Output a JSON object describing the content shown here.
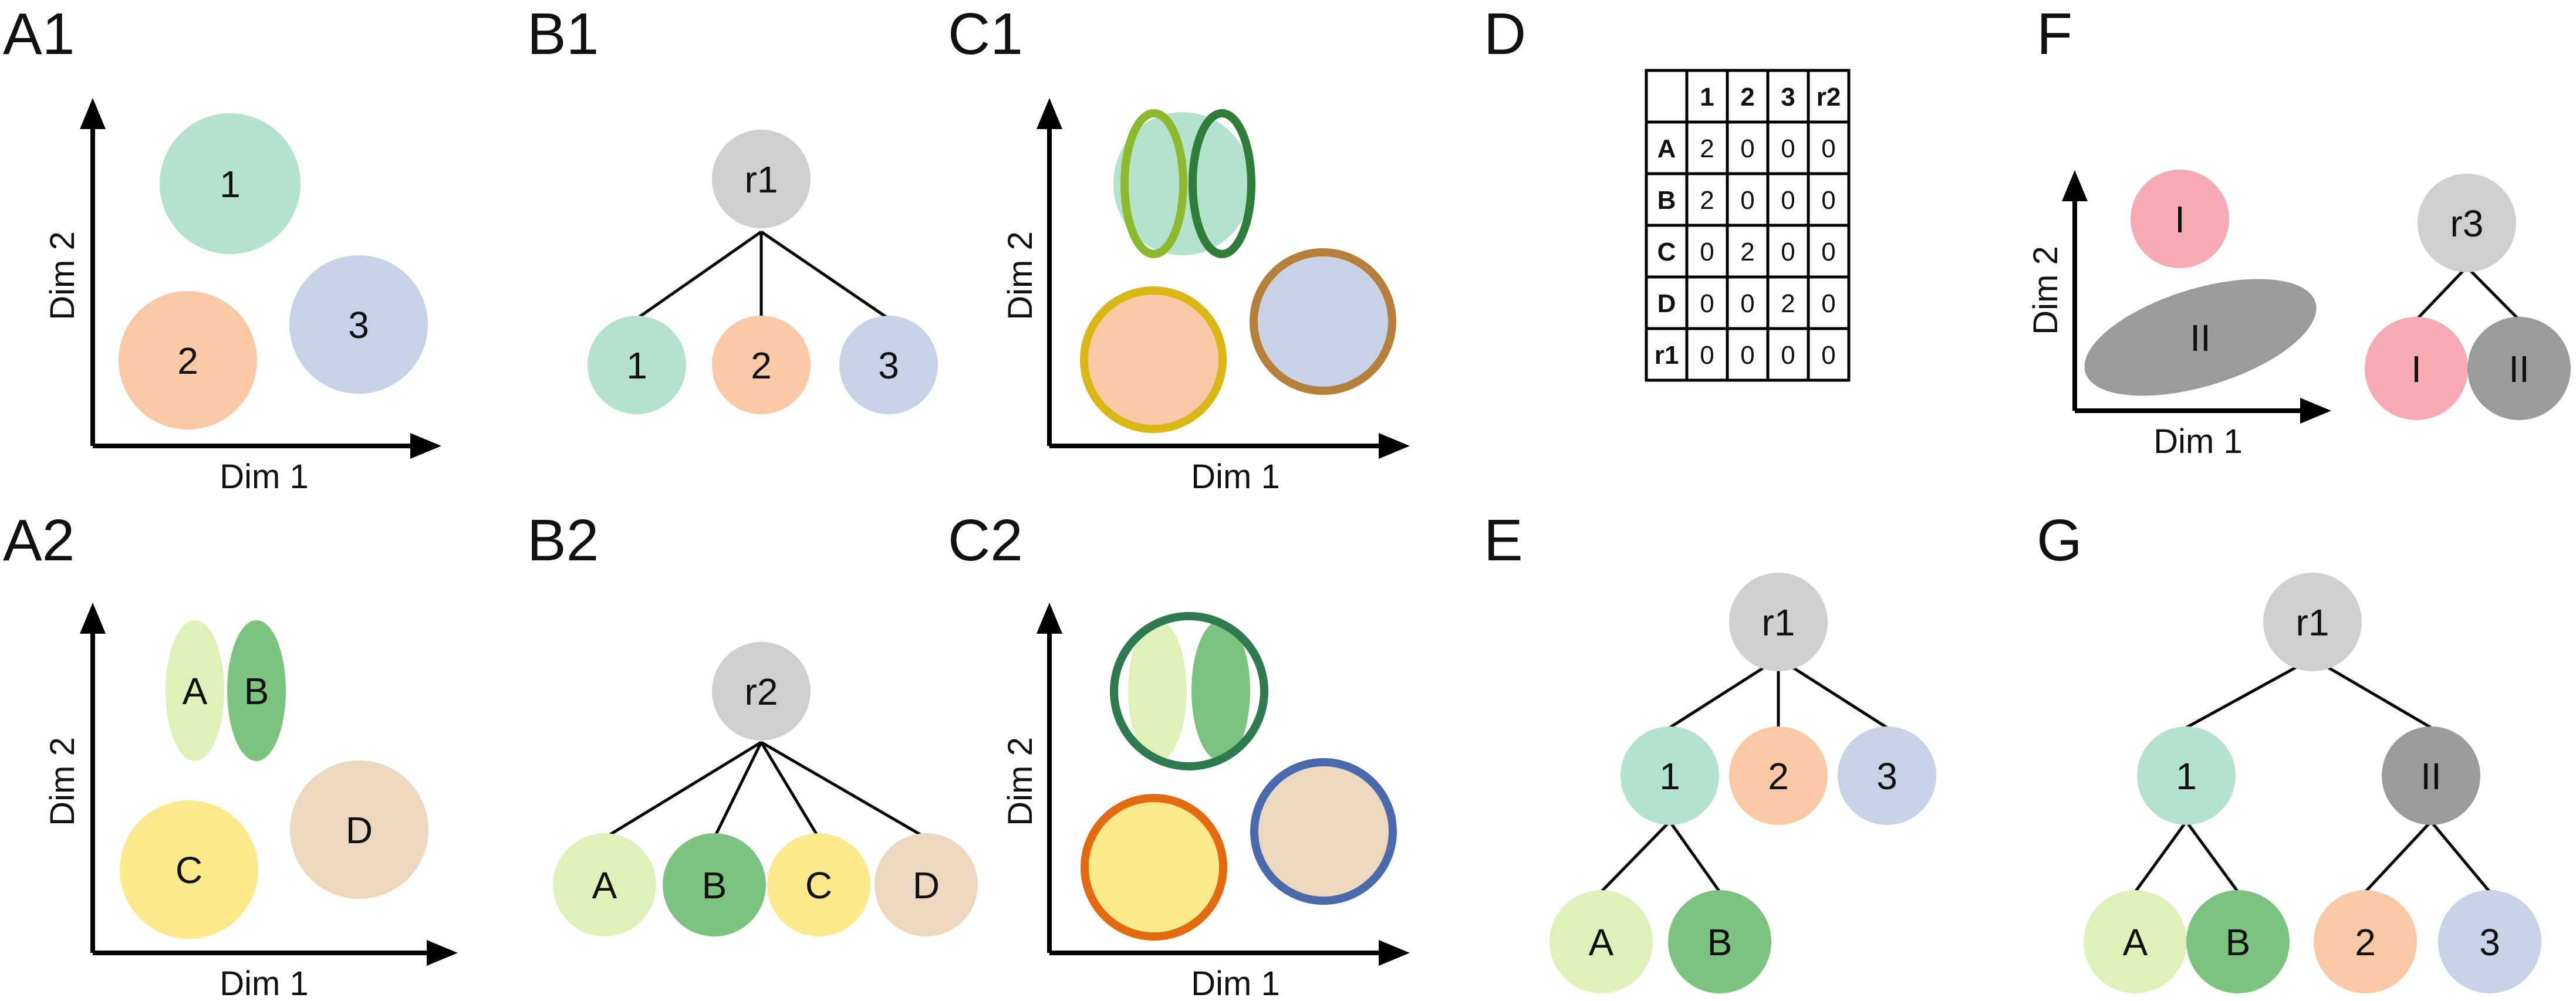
{
  "colors": {
    "n1": "#b3e3ce",
    "n2": "#f9c8a4",
    "n3": "#c7d2e6",
    "A": "#dff0b8",
    "B": "#7cc37f",
    "C": "#fce98c",
    "D": "#ebd8bf",
    "r": "#cfcfcf",
    "I": "#f7a9b4",
    "II": "#9b9b9b",
    "c1_ringA": "#8dba2c",
    "c1_ringB": "#2f7d39",
    "c1_ring2": "#dab715",
    "c1_ring3": "#b6803a",
    "c2_ring1": "#2e7b50",
    "c2_ring2": "#e36a0f",
    "c2_ring3": "#4b6aad"
  },
  "axes": {
    "dim1": "Dim 1",
    "dim2": "Dim 2"
  },
  "panels": {
    "A1": {
      "label": "A1",
      "nodes": [
        {
          "text": "1",
          "color_key": "n1"
        },
        {
          "text": "2",
          "color_key": "n2"
        },
        {
          "text": "3",
          "color_key": "n3"
        }
      ]
    },
    "A2": {
      "label": "A2",
      "nodes": [
        {
          "text": "A",
          "color_key": "A"
        },
        {
          "text": "B",
          "color_key": "B"
        },
        {
          "text": "C",
          "color_key": "C"
        },
        {
          "text": "D",
          "color_key": "D"
        }
      ]
    },
    "B1": {
      "label": "B1",
      "root": {
        "text": "r1",
        "color_key": "r"
      },
      "children": [
        {
          "text": "1",
          "color_key": "n1"
        },
        {
          "text": "2",
          "color_key": "n2"
        },
        {
          "text": "3",
          "color_key": "n3"
        }
      ]
    },
    "B2": {
      "label": "B2",
      "root": {
        "text": "r2",
        "color_key": "r"
      },
      "children": [
        {
          "text": "A",
          "color_key": "A"
        },
        {
          "text": "B",
          "color_key": "B"
        },
        {
          "text": "C",
          "color_key": "C"
        },
        {
          "text": "D",
          "color_key": "D"
        }
      ]
    },
    "C1": {
      "label": "C1"
    },
    "C2": {
      "label": "C2"
    },
    "D": {
      "label": "D",
      "table": {
        "header": [
          "",
          "1",
          "2",
          "3",
          "r2"
        ],
        "rows": [
          [
            "A",
            "2",
            "0",
            "0",
            "0"
          ],
          [
            "B",
            "2",
            "0",
            "0",
            "0"
          ],
          [
            "C",
            "0",
            "2",
            "0",
            "0"
          ],
          [
            "D",
            "0",
            "0",
            "2",
            "0"
          ],
          [
            "r1",
            "0",
            "0",
            "0",
            "0"
          ]
        ]
      }
    },
    "E": {
      "label": "E",
      "root": {
        "text": "r1",
        "color_key": "r"
      },
      "children": [
        {
          "text": "1",
          "color_key": "n1"
        },
        {
          "text": "2",
          "color_key": "n2"
        },
        {
          "text": "3",
          "color_key": "n3"
        }
      ],
      "grandchildren": [
        {
          "text": "A",
          "color_key": "A"
        },
        {
          "text": "B",
          "color_key": "B"
        }
      ]
    },
    "F": {
      "label": "F",
      "scatter": [
        {
          "text": "I",
          "color_key": "I"
        },
        {
          "text": "II",
          "color_key": "II"
        }
      ],
      "root": {
        "text": "r3",
        "color_key": "r"
      },
      "children": [
        {
          "text": "I",
          "color_key": "I"
        },
        {
          "text": "II",
          "color_key": "II"
        }
      ]
    },
    "G": {
      "label": "G",
      "root": {
        "text": "r1",
        "color_key": "r"
      },
      "children": [
        {
          "text": "1",
          "color_key": "n1"
        },
        {
          "text": "II",
          "color_key": "II"
        }
      ],
      "grandchildren": [
        {
          "text": "A",
          "color_key": "A"
        },
        {
          "text": "B",
          "color_key": "B"
        },
        {
          "text": "2",
          "color_key": "n2"
        },
        {
          "text": "3",
          "color_key": "n3"
        }
      ]
    }
  }
}
